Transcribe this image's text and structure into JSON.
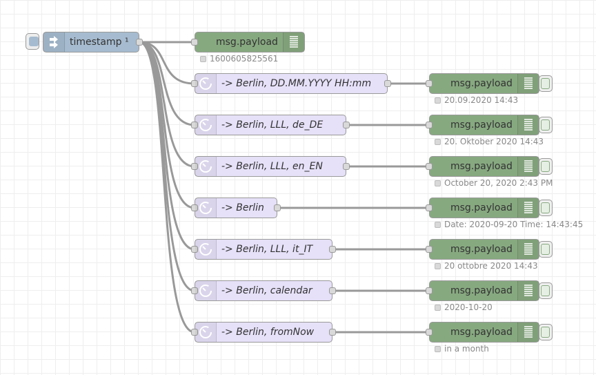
{
  "inject": {
    "label": "timestamp ¹",
    "icon": "inject-arrow-icon",
    "color": "#a6bbcf"
  },
  "moment_color": "#e6e0f8",
  "debug_color": "#87a980",
  "debug_payload": {
    "label": "msg.payload",
    "status": "1600605825561"
  },
  "flows": [
    {
      "moment_label": "-> Berlin, DD.MM.YYYY HH:mm",
      "debug_label": "msg.payload",
      "status": "20.09.2020 14:43"
    },
    {
      "moment_label": "-> Berlin, LLL, de_DE",
      "debug_label": "msg.payload",
      "status": "20. Oktober 2020 14:43"
    },
    {
      "moment_label": "-> Berlin, LLL, en_EN",
      "debug_label": "msg.payload",
      "status": "October 20, 2020 2:43 PM"
    },
    {
      "moment_label": "-> Berlin",
      "debug_label": "msg.payload",
      "status": "Date: 2020-09-20 Time: 14:43:45"
    },
    {
      "moment_label": "-> Berlin, LLL, it_IT",
      "debug_label": "msg.payload",
      "status": "20 ottobre 2020 14:43"
    },
    {
      "moment_label": "-> Berlin, calendar",
      "debug_label": "msg.payload",
      "status": "2020-10-20"
    },
    {
      "moment_label": "-> Berlin, fromNow",
      "debug_label": "msg.payload",
      "status": "in a month"
    }
  ]
}
